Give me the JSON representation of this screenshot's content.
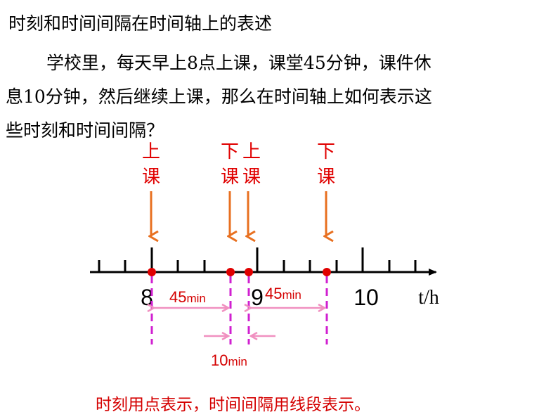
{
  "title": "时刻和时间间隔在时间轴上的表述",
  "paragraph": {
    "line1": "学校里，每天早上8点上课，课堂45分钟，课件休",
    "line2": "息10分钟，然后继续上课，那么在时间轴上如何表示这",
    "line3": "些时刻和时间间隔？"
  },
  "timeline": {
    "axis_label": "t/h",
    "hour_labels": [
      "8",
      "9",
      "10"
    ],
    "events": [
      {
        "label_top": "上",
        "label_bottom": "课"
      },
      {
        "label_top": "下",
        "label_bottom": "课"
      },
      {
        "label_top": "上",
        "label_bottom": "课"
      },
      {
        "label_top": "下",
        "label_bottom": "课"
      }
    ],
    "interval_1": {
      "number": "45",
      "unit": "min"
    },
    "interval_2": {
      "number": "45",
      "unit": "min"
    },
    "break": {
      "number": "10",
      "unit": "min"
    }
  },
  "conclusion": "时刻用点表示，时间间隔用线段表示。",
  "colors": {
    "arrow": "#e87020",
    "point": "#e00000",
    "dashed": "#d020d0",
    "interval_arrow": "#f090c0",
    "text_red": "#e00000"
  }
}
